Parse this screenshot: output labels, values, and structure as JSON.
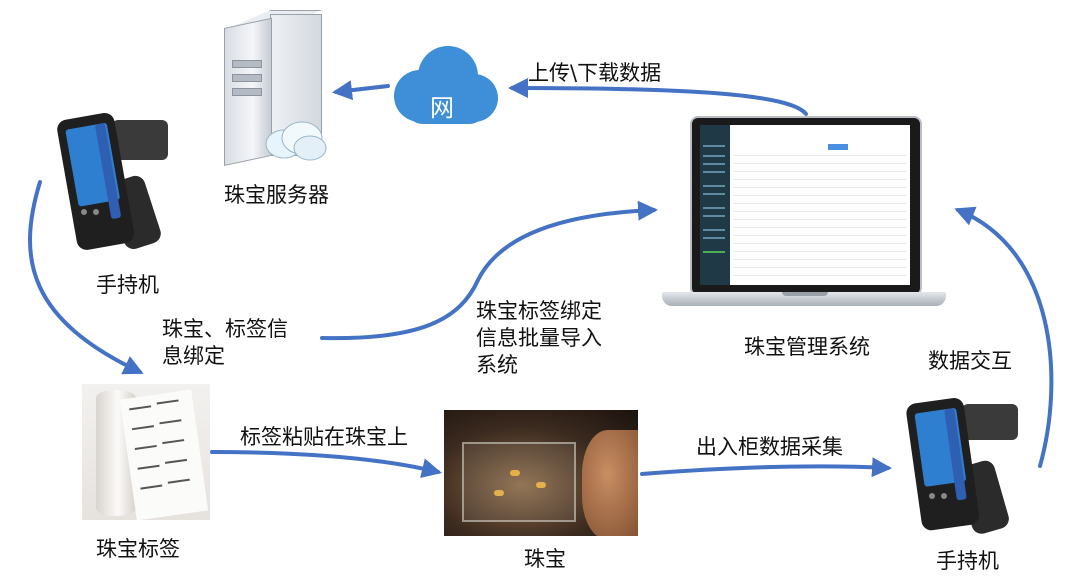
{
  "nodes": {
    "server": "珠宝服务器",
    "cloud": "网",
    "handheld_left": "手持机",
    "handheld_right": "手持机",
    "management_system": "珠宝管理系统",
    "jewelry_labels": "珠宝标签",
    "jewelry": "珠宝"
  },
  "edges": {
    "upload_download": "上传\\下载数据",
    "bind_info": "珠宝、标签信息绑定",
    "batch_import": "珠宝标签绑定信息批量导入系统",
    "attach_label": "标签粘贴在珠宝上",
    "cabinet_collect": "出入柜数据采集",
    "data_exchange": "数据交互"
  },
  "colors": {
    "arrow": "#4472c4",
    "cloud": "#3f8fd8",
    "handheld_accent": "#2f5fb3"
  },
  "icons": [
    "server-icon",
    "cloud-icon",
    "handheld-scanner-icon",
    "laptop-icon"
  ]
}
